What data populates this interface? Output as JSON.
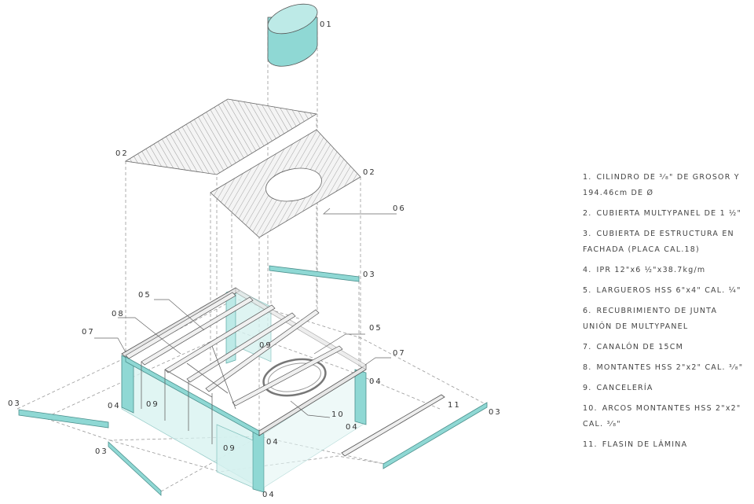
{
  "callouts": {
    "c01": "01",
    "c02a": "02",
    "c02b": "02",
    "c03a": "03",
    "c03b": "03",
    "c03c": "03",
    "c03d": "03",
    "c04a": "04",
    "c04b": "04",
    "c04c": "04",
    "c04d": "04",
    "c04e": "04",
    "c05a": "05",
    "c05b": "05",
    "c06": "06",
    "c07a": "07",
    "c07b": "07",
    "c08": "08",
    "c09a": "09",
    "c09b": "09",
    "c09c": "09",
    "c10": "10",
    "c11": "11"
  },
  "legend": [
    {
      "num": "1.",
      "text": "CILINDRO DE ³⁄₈\" DE GROSOR Y 194.46cm DE Ø"
    },
    {
      "num": "2.",
      "text": "CUBIERTA MULTYPANEL DE 1 ½\""
    },
    {
      "num": "3.",
      "text": "CUBIERTA DE ESTRUCTURA EN FACHADA (PLACA CAL.18)"
    },
    {
      "num": "4.",
      "text": "IPR 12\"x6 ½\"x38.7kg/m"
    },
    {
      "num": "5.",
      "text": "LARGUEROS HSS 6\"x4\" CAL. ¼\""
    },
    {
      "num": "6.",
      "text": "RECUBRIMIENTO DE JUNTA UNIÓN DE MULTYPANEL"
    },
    {
      "num": "7.",
      "text": "CANALÓN DE 15CM"
    },
    {
      "num": "8.",
      "text": "MONTANTES HSS 2\"x2\" CAL. ³⁄₈\""
    },
    {
      "num": "9.",
      "text": "CANCELERÍA"
    },
    {
      "num": "10.",
      "text": "ARCOS MONTANTES HSS 2\"x2\" CAL. ³⁄₈\""
    },
    {
      "num": "11.",
      "text": "FLASIN DE LÁMINA"
    }
  ],
  "colors": {
    "glass": "#8fd8d4",
    "glass_dark": "#4fb8b4",
    "line": "#555555",
    "dash": "#9a9a9a",
    "panel": "#f2f2f2"
  }
}
